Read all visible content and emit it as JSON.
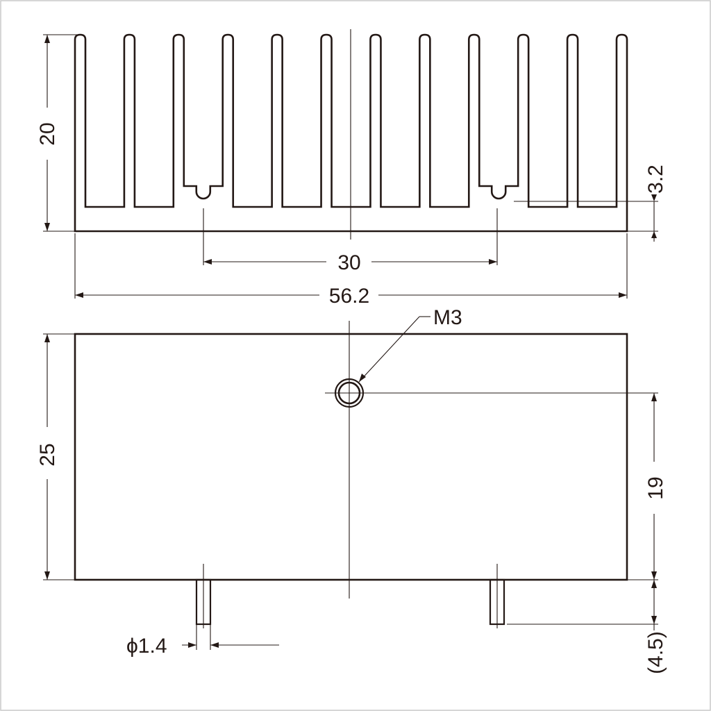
{
  "labels": {
    "top_height": "20",
    "slot_depth": "3.2",
    "slot_pitch": "30",
    "total_width": "56.2",
    "thread": "M3",
    "side_height": "25",
    "hole_offset": "19",
    "pin_diameter": "ϕ1.4",
    "pin_length": "(4.5)"
  }
}
